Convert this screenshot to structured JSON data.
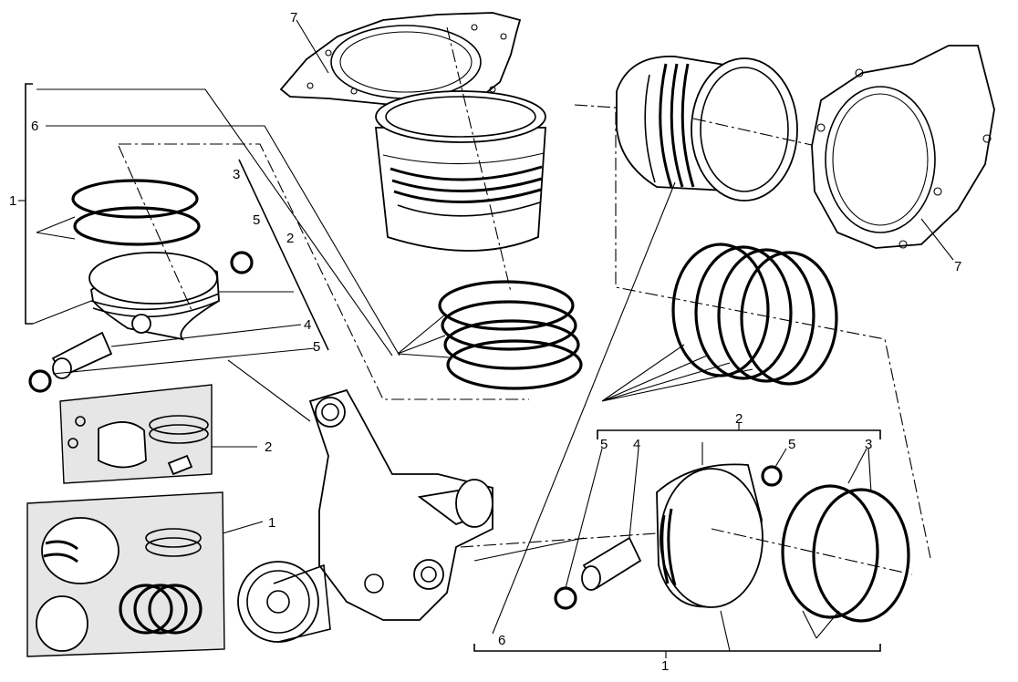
{
  "callouts": {
    "c1_left": "1",
    "c6_left": "6",
    "c7_top": "7",
    "c3_left": "3",
    "c5_left_top": "5",
    "c2_left": "2",
    "c4_left": "4",
    "c5_left_bottom": "5",
    "c2_kit": "2",
    "c1_kit": "1",
    "c7_right": "7",
    "c2_right": "2",
    "c5_right_a": "5",
    "c4_right": "4",
    "c5_right_b": "5",
    "c3_right": "3",
    "c6_right": "6",
    "c1_right": "1"
  },
  "icons": {
    "cylinder": "cylinder-icon",
    "piston": "piston-icon",
    "ring": "ring-icon",
    "gasket": "gasket-icon",
    "crankshaft": "crankshaft-icon"
  },
  "colors": {
    "line": "#000000",
    "background": "#ffffff",
    "kit_box": "#e6e6e6"
  }
}
